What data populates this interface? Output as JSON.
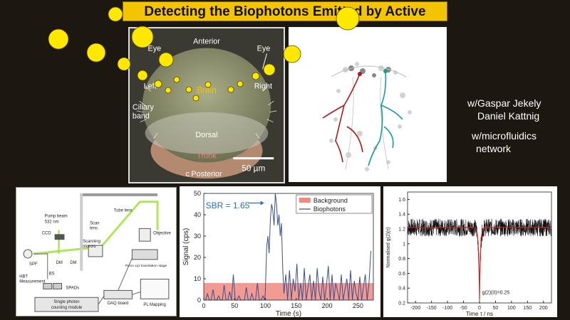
{
  "slide": {
    "title": "Detecting the Biophotons Emitted by Active Neurons",
    "credits": {
      "line1": "w/Gaspar Jekely",
      "line2": "Daniel Kattnig",
      "line3": "w/microfluidics",
      "line4": "network"
    }
  },
  "colors": {
    "title_bg": "#f5c400",
    "background": "#1c1710",
    "photon": "#ffe800",
    "background_band": "#f08a80",
    "biophoton_line": "#3b4f8c"
  },
  "larva_image": {
    "labels": {
      "anterior": "Anterior",
      "eye_left": "Eye",
      "eye_right": "Eye",
      "left": "Left",
      "right": "Right",
      "brain": "Brain",
      "ciliary": "Ciliary",
      "band": "band",
      "dorsal": "Dorsal",
      "trunk": "Trunk",
      "posterior": "Posterior",
      "panel_letter": "c",
      "scale": "50 µm"
    }
  },
  "setup_diagram": {
    "labels": {
      "pump_beam": "Pump beam",
      "wavelength": "532 nm",
      "ccd": "CCD",
      "dm1": "DM",
      "dm2": "DM",
      "scan_lens": "Scan",
      "scan_lens2": "lens",
      "tube_lens": "Tube lens",
      "objective": "Objective",
      "scanning": "Scanning",
      "mirrors": "mirrors",
      "spf": "SPF",
      "piezo": "Piezo xyz translation stage",
      "bs": "BS",
      "hbt": "HBT",
      "measurement": "Measurement",
      "spads": "SPADs",
      "daq": "DAQ board",
      "single_photon": "Single photon",
      "counting_module": "counting module",
      "pl_mapping": "PL Mapping"
    }
  },
  "chart_data": [
    {
      "type": "line",
      "xlabel": "Time (s)",
      "ylabel": "Signal (cps)",
      "xlim": [
        0,
        275
      ],
      "ylim": [
        0,
        50
      ],
      "xticks": [
        0,
        50,
        100,
        150,
        200,
        250
      ],
      "yticks": [
        0,
        10,
        20,
        30,
        40,
        50
      ],
      "grid": false,
      "legend_placement": "top-right",
      "annotation": "SBR = 1.65",
      "series": [
        {
          "name": "Background",
          "style": "band",
          "y_low": 0,
          "y_high": 8
        },
        {
          "name": "Biophotons",
          "style": "line",
          "x": [
            0,
            3,
            6,
            9,
            12,
            15,
            18,
            21,
            24,
            27,
            30,
            33,
            36,
            39,
            42,
            45,
            48,
            51,
            54,
            57,
            60,
            63,
            66,
            69,
            72,
            75,
            78,
            81,
            84,
            87,
            90,
            93,
            96,
            99,
            100,
            102,
            104,
            106,
            108,
            110,
            112,
            114,
            116,
            118,
            120,
            122,
            124,
            126,
            128,
            130,
            133,
            136,
            139,
            142,
            145,
            148,
            151,
            154,
            157,
            160,
            163,
            166,
            169,
            172,
            175,
            178,
            181,
            184,
            187,
            190,
            193,
            196,
            199,
            202,
            205,
            208,
            211,
            214,
            217,
            220,
            223,
            226,
            229,
            232,
            235,
            238,
            241,
            244,
            247,
            250,
            253,
            256,
            259,
            262,
            265,
            268,
            271
          ],
          "y": [
            0,
            0,
            3,
            0,
            0,
            5,
            0,
            0,
            2,
            0,
            0,
            7,
            0,
            0,
            4,
            0,
            12,
            0,
            0,
            2,
            0,
            0,
            0,
            6,
            0,
            0,
            3,
            0,
            0,
            8,
            0,
            0,
            2,
            0,
            5,
            25,
            30,
            22,
            38,
            45,
            42,
            35,
            50,
            45,
            35,
            40,
            30,
            36,
            15,
            3,
            12,
            0,
            14,
            0,
            10,
            4,
            17,
            0,
            8,
            0,
            15,
            0,
            6,
            12,
            0,
            9,
            0,
            15,
            4,
            0,
            11,
            0,
            7,
            16,
            0,
            12,
            0,
            8,
            4,
            0,
            12,
            0,
            5,
            10,
            0,
            14,
            0,
            9,
            3,
            0,
            11,
            0,
            6,
            12,
            0,
            8,
            23
          ]
        }
      ]
    },
    {
      "type": "line",
      "xlabel": "Time τ / ns",
      "ylabel": "Normalised g(2)(τ)",
      "xlim": [
        -225,
        225
      ],
      "ylim": [
        0.2,
        1.7
      ],
      "xticks": [
        -200,
        -150,
        -100,
        -50,
        0,
        50,
        100,
        150,
        200
      ],
      "yticks": [
        0.2,
        0.4,
        0.6,
        0.8,
        1,
        1.2,
        1.4,
        1.6
      ],
      "grid": false,
      "annotation": "g(2)(0)=0.25",
      "series": [
        {
          "style": "noisy",
          "baseline": 1.22,
          "noise": 0.12,
          "dip_min": 0.25,
          "dip_x": 0,
          "color": "#111111"
        },
        {
          "style": "fit",
          "baseline": 1.22,
          "dip_min": 0.25,
          "dip_x": 0,
          "color": "#d22222"
        }
      ]
    }
  ]
}
